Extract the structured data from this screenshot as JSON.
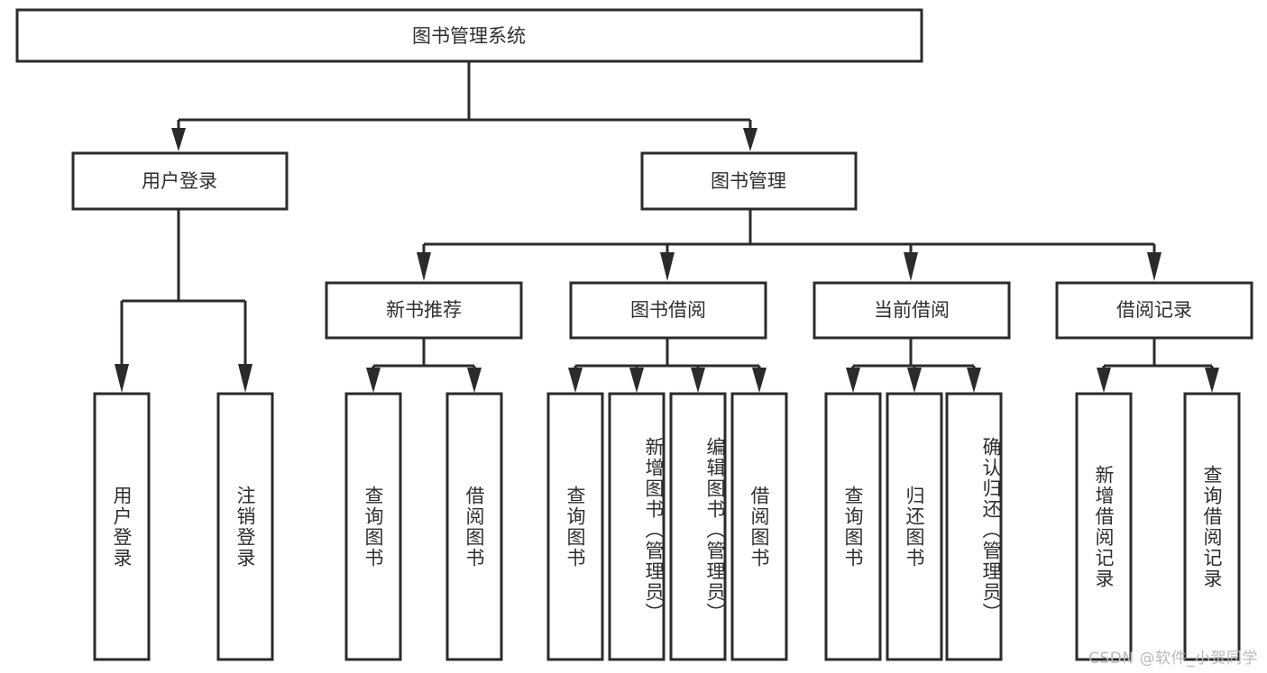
{
  "diagram": {
    "type": "tree-hierarchy",
    "title": "图书管理系统",
    "root": {
      "id": "root",
      "label": "图书管理系统",
      "orientation": "horizontal"
    },
    "level2": [
      {
        "id": "user-login",
        "label": "用户登录",
        "orientation": "horizontal"
      },
      {
        "id": "book-manage",
        "label": "图书管理",
        "orientation": "horizontal"
      }
    ],
    "level3": [
      {
        "id": "new-book-rec",
        "label": "新书推荐",
        "orientation": "horizontal",
        "parent": "book-manage"
      },
      {
        "id": "book-borrow",
        "label": "图书借阅",
        "orientation": "horizontal",
        "parent": "book-manage"
      },
      {
        "id": "current-borrow",
        "label": "当前借阅",
        "orientation": "horizontal",
        "parent": "book-manage"
      },
      {
        "id": "borrow-record",
        "label": "借阅记录",
        "orientation": "horizontal",
        "parent": "book-manage"
      }
    ],
    "leaves": [
      {
        "id": "leaf-user-login",
        "label": "用户登录",
        "parent": "user-login",
        "orientation": "vertical"
      },
      {
        "id": "leaf-user-logout",
        "label": "注销登录",
        "parent": "user-login",
        "orientation": "vertical"
      },
      {
        "id": "leaf-query-book-1",
        "label": "查询图书",
        "parent": "new-book-rec",
        "orientation": "vertical"
      },
      {
        "id": "leaf-borrow-book-1",
        "label": "借阅图书",
        "parent": "new-book-rec",
        "orientation": "vertical"
      },
      {
        "id": "leaf-query-book-2",
        "label": "查询图书",
        "parent": "book-borrow",
        "orientation": "vertical"
      },
      {
        "id": "leaf-add-book",
        "label": "新增图书（管理员）",
        "parent": "book-borrow",
        "orientation": "vertical"
      },
      {
        "id": "leaf-edit-book",
        "label": "编辑图书（管理员）",
        "parent": "book-borrow",
        "orientation": "vertical"
      },
      {
        "id": "leaf-borrow-book-2",
        "label": "借阅图书",
        "parent": "book-borrow",
        "orientation": "vertical"
      },
      {
        "id": "leaf-query-book-3",
        "label": "查询图书",
        "parent": "current-borrow",
        "orientation": "vertical"
      },
      {
        "id": "leaf-return-book",
        "label": "归还图书",
        "parent": "current-borrow",
        "orientation": "vertical"
      },
      {
        "id": "leaf-confirm-return",
        "label": "确认归还（管理员）",
        "parent": "current-borrow",
        "orientation": "vertical"
      },
      {
        "id": "leaf-add-record",
        "label": "新增借阅记录",
        "parent": "borrow-record",
        "orientation": "vertical"
      },
      {
        "id": "leaf-query-record",
        "label": "查询借阅记录",
        "parent": "borrow-record",
        "orientation": "vertical"
      }
    ],
    "colors": {
      "stroke": "#2b2b2b",
      "fill": "#ffffff",
      "text": "#2f2f2f",
      "watermark": "#b9b9b9",
      "background": "#ffffff"
    }
  },
  "watermark": {
    "text": "CSDN @软件_小贺同学"
  }
}
